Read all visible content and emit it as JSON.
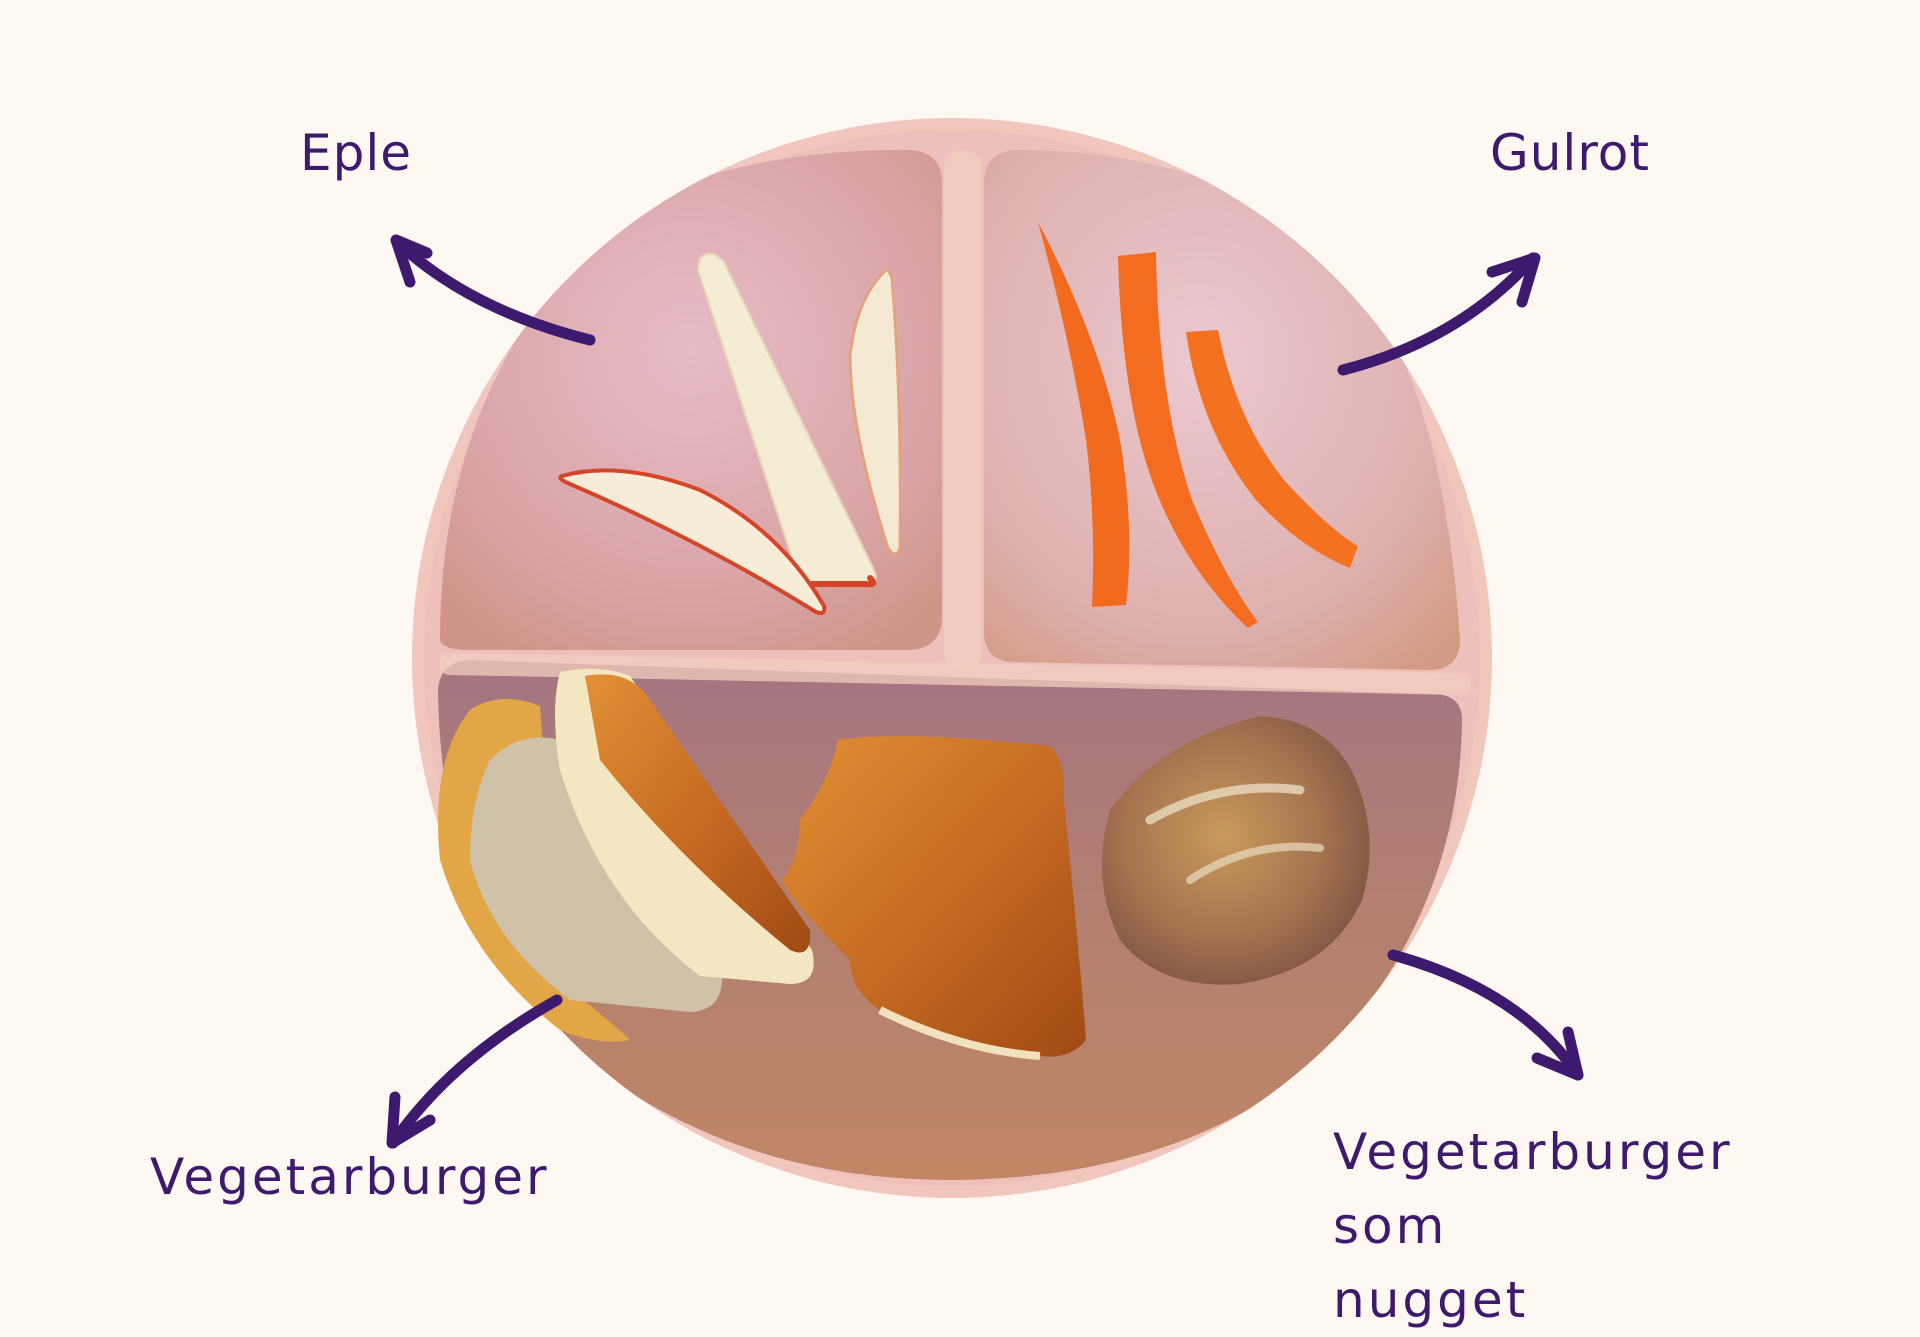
{
  "image": {
    "background_color": "#fdf8f2",
    "label_color": "#3d1a6e",
    "description": "Divided toddler plate with food, each section labeled with an arrow"
  },
  "labels": {
    "apple": "Eple",
    "carrot": "Gulrot",
    "burger": "Vegetarburger",
    "nugget_line1": "Vegetarburger som",
    "nugget_line2": "nugget"
  },
  "plate": {
    "color": "#ecc3bf",
    "rim_color": "#f2cbbf",
    "sections": [
      {
        "name": "top-left",
        "food": "apple slices",
        "count": 3
      },
      {
        "name": "top-right",
        "food": "carrot sticks",
        "count": 3
      },
      {
        "name": "bottom",
        "food": "vegetarian burger halves and patty",
        "count": 3
      }
    ]
  },
  "colors": {
    "apple_flesh": "#f5ecd6",
    "apple_skin": "#d6452a",
    "carrot": "#f26a1e",
    "bun": "#c66a1f",
    "patty": "#9a6a45"
  }
}
